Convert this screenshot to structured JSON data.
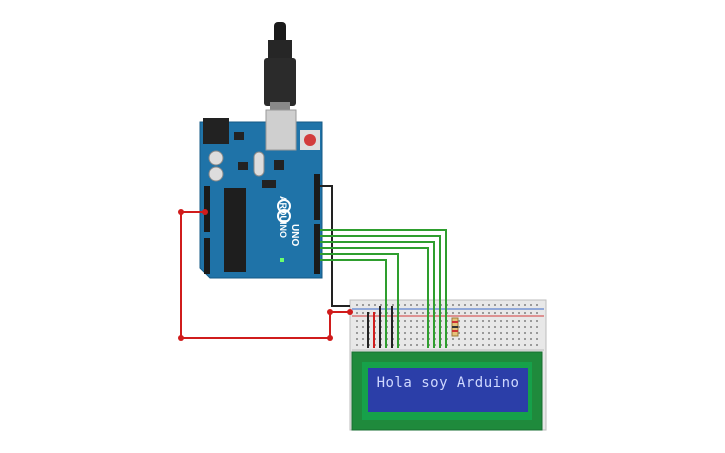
{
  "board": {
    "name": "UNO",
    "brand": "ARDUINO",
    "color": "#1f73a8"
  },
  "lcd": {
    "line1": "Hola soy Arduino",
    "backlight": "#2b3ea8",
    "bezel": "#1f8a3c"
  },
  "wires": {
    "power_color": "#d01c1c",
    "ground_color": "#222222",
    "data_color": "#2e9e2e"
  },
  "icons": {
    "usb": "usb-cable-icon",
    "potentiometer": "resistor-icon"
  }
}
